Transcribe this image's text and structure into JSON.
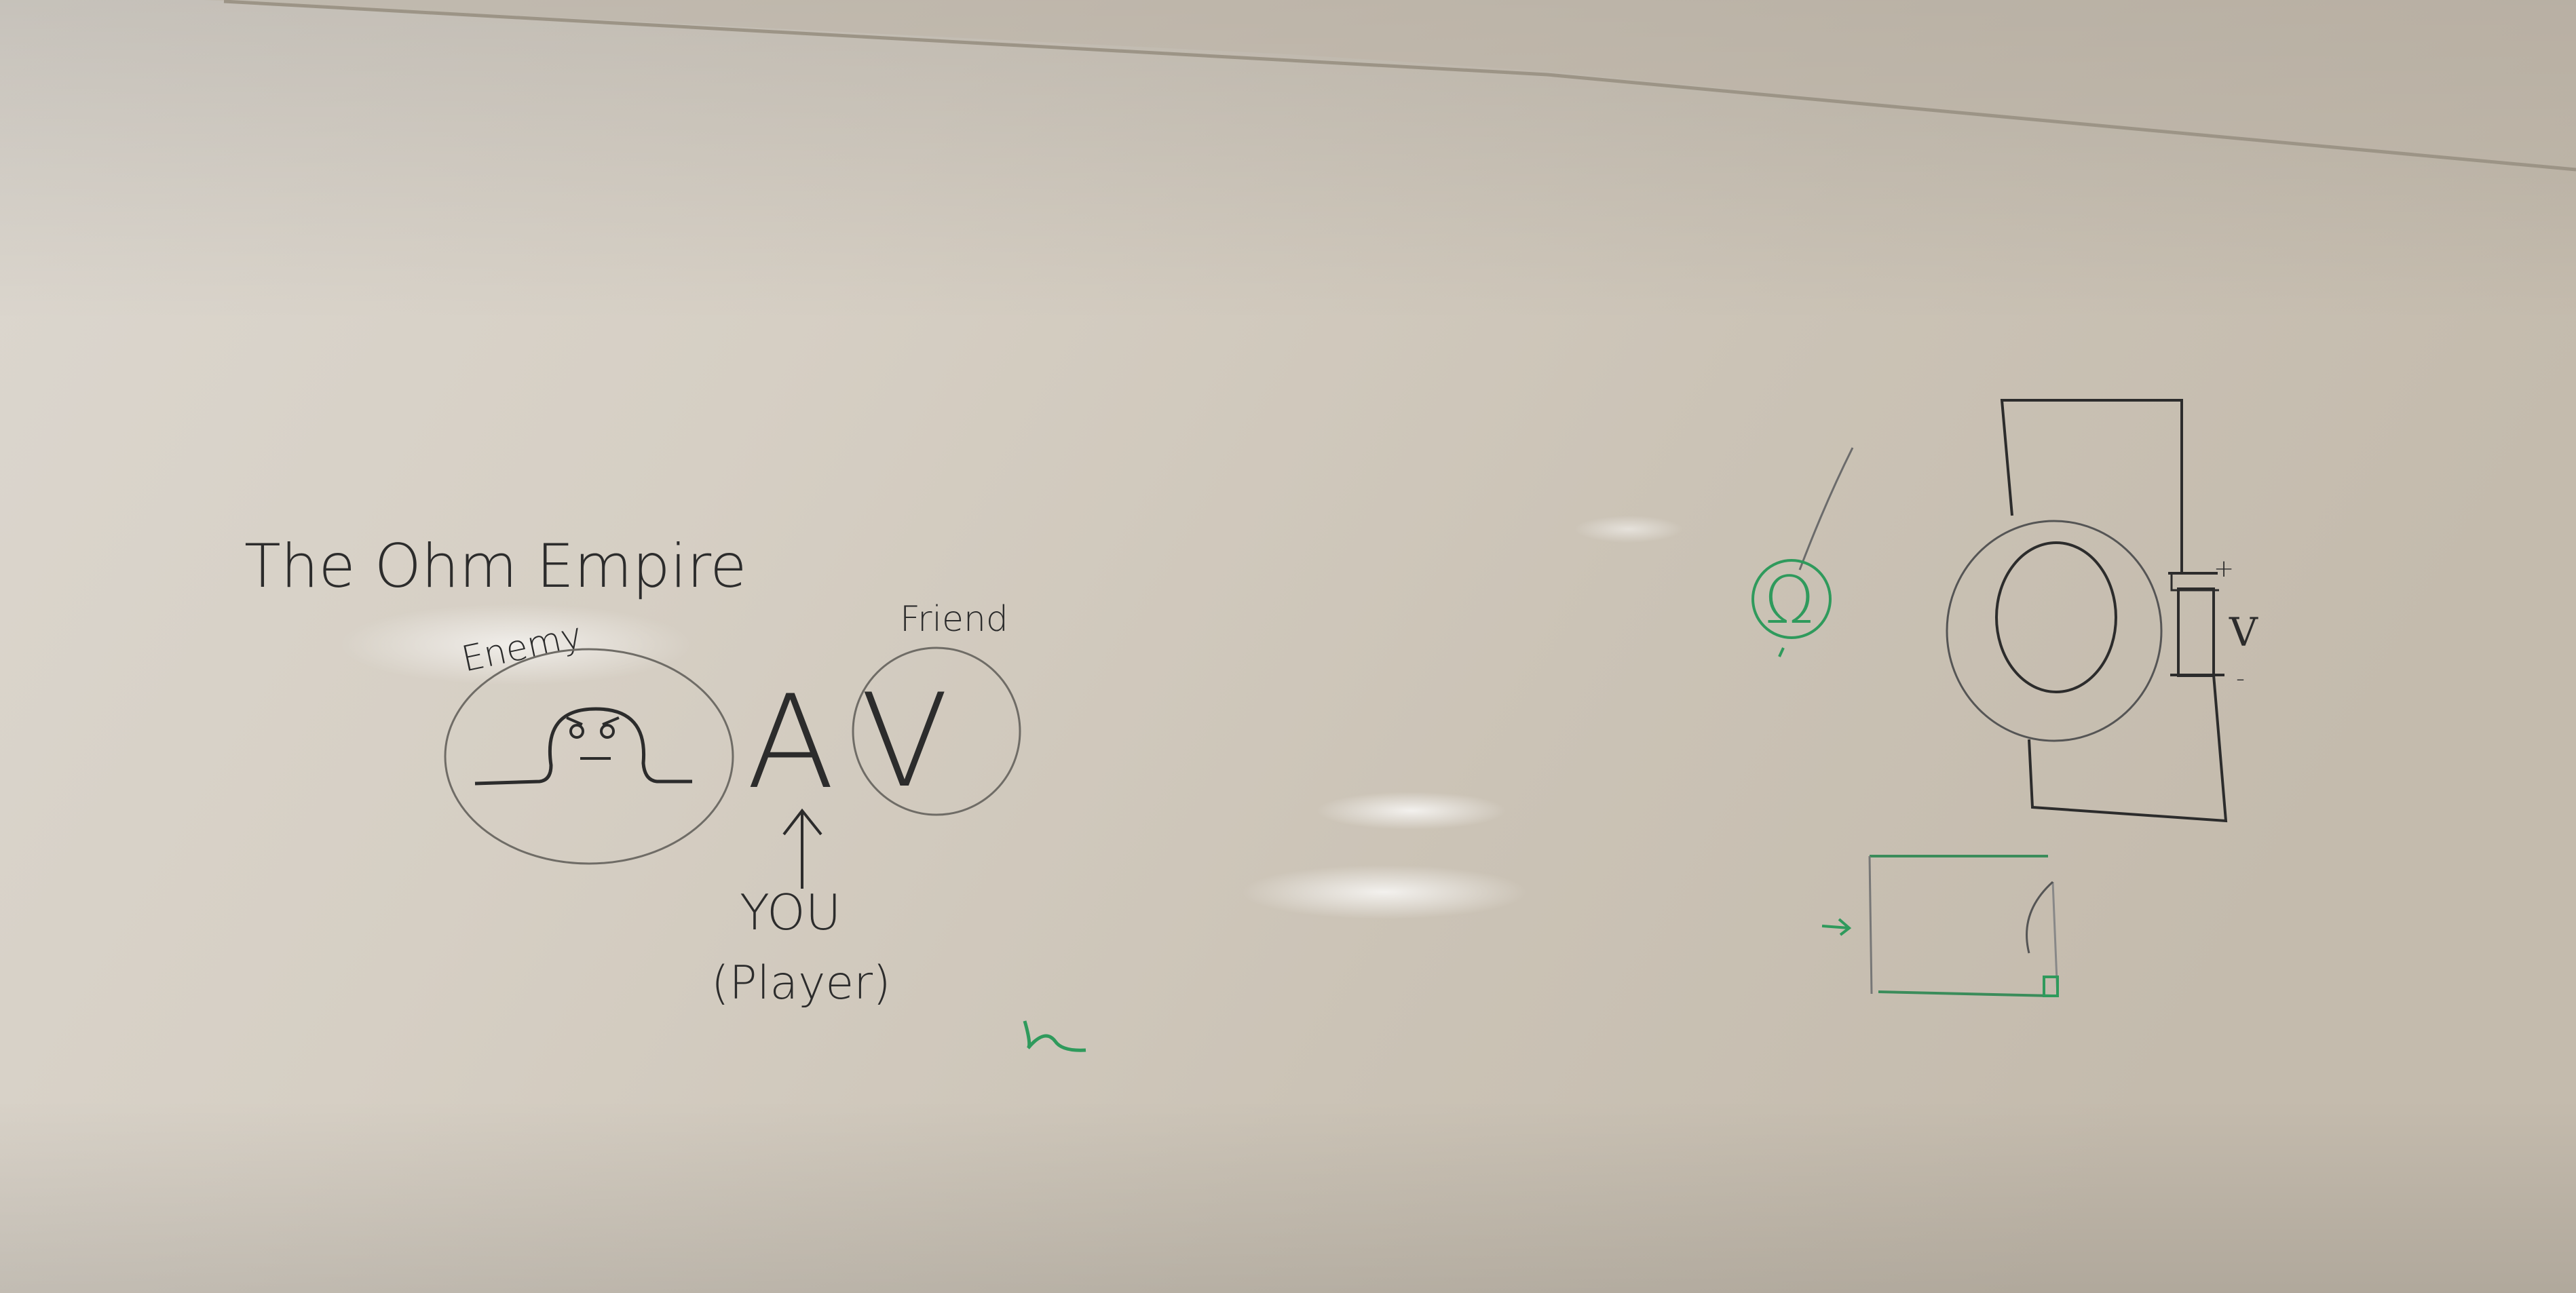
{
  "scene": "whiteboard",
  "colors": {
    "marker_black": "#2c2c2c",
    "marker_green": "#2f9a5c",
    "board": "#d8d2c8"
  },
  "left_sketch": {
    "title": "The Ohm Empire",
    "enemy_label": "Enemy",
    "player_letter": "A",
    "friend_letter": "V",
    "friend_label": "Friend",
    "player_label_line1": "YOU",
    "player_label_line2": "(Player)"
  },
  "right_sketch": {
    "ohm_symbol": "Ω",
    "battery_plus": "+",
    "battery_minus": "-",
    "battery_label": "V"
  }
}
